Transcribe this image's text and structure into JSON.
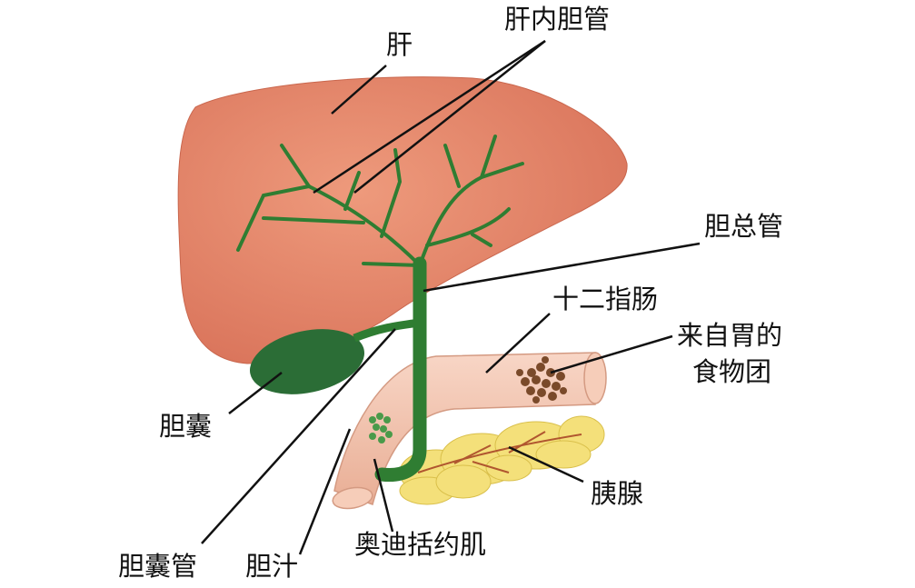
{
  "labels": {
    "liver": "肝",
    "intrahepatic_ducts": "肝内胆管",
    "common_bile_duct": "胆总管",
    "duodenum": "十二指肠",
    "food_bolus_line1": "来自胃的",
    "food_bolus_line2": "食物团",
    "pancreas": "胰腺",
    "sphincter_of_oddi": "奥迪括约肌",
    "bile": "胆汁",
    "cystic_duct": "胆囊管",
    "gallbladder": "胆囊"
  },
  "colors": {
    "liver": "#e8866a",
    "liver_dark": "#d36f55",
    "duct": "#2f7d32",
    "gallbladder": "#2b6d36",
    "duodenum": "#f3c3ad",
    "pancreas": "#f4e07a",
    "food": "#7a4a2a"
  }
}
